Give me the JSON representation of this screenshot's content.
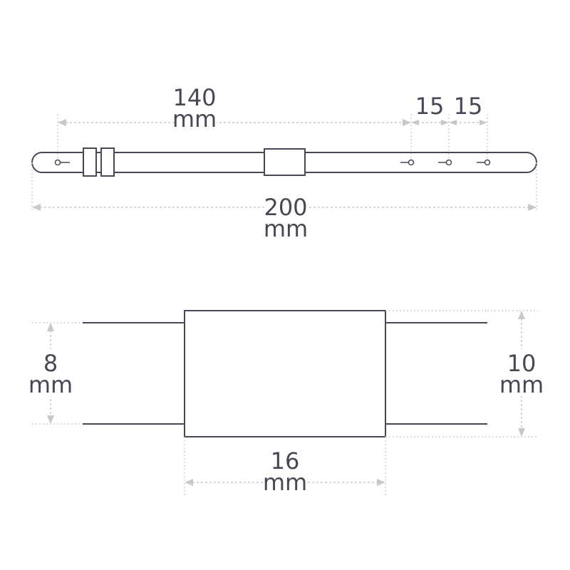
{
  "top_view": {
    "overall_length": {
      "value": "200",
      "unit": "mm"
    },
    "buckle_to_hole": {
      "value": "140",
      "unit": "mm"
    },
    "hole_spacing_1": {
      "value": "15"
    },
    "hole_spacing_2": {
      "value": "15"
    }
  },
  "detail_view": {
    "strap_width": {
      "value": "8",
      "unit": "mm"
    },
    "keeper_height": {
      "value": "10",
      "unit": "mm"
    },
    "keeper_width": {
      "value": "16",
      "unit": "mm"
    }
  },
  "colors": {
    "outline": "#4a4656",
    "dimension": "#c8c8c8",
    "background": "#ffffff"
  }
}
